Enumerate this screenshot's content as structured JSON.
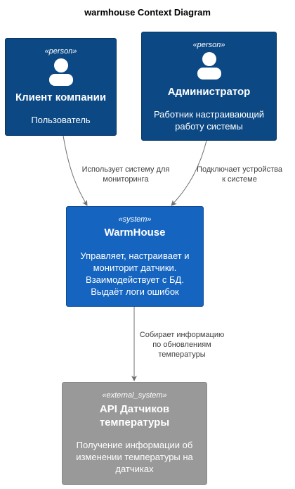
{
  "title": "warmhouse Context Diagram",
  "nodes": {
    "client": {
      "stereotype": "«person»",
      "name": "Клиент компании",
      "description": "Пользователь"
    },
    "admin": {
      "stereotype": "«person»",
      "name": "Администратор",
      "description_lines": [
        "Работник настраивающий",
        "работу системы"
      ]
    },
    "warmhouse": {
      "stereotype": "«system»",
      "name": "WarmHouse",
      "description_lines": [
        "Управляет, настраивает и",
        "мониторит датчики.",
        "Взаимодействует с БД.",
        "Выдаёт логи ошибок"
      ]
    },
    "sensors": {
      "stereotype": "«external_system»",
      "name_lines": [
        "API Датчиков",
        "температуры"
      ],
      "description_lines": [
        "Получение информации об",
        "изменении температуры на",
        "датчиках"
      ]
    }
  },
  "edges": {
    "client_to_system": {
      "label_lines": [
        "Использует систему для",
        "мониторинга"
      ]
    },
    "admin_to_system": {
      "label_lines": [
        "Подключает устройства",
        "к системе"
      ]
    },
    "system_to_sensors": {
      "label_lines": [
        "Собирает информацию",
        "по обновлениям",
        "температуры"
      ]
    }
  },
  "colors": {
    "person_fill": "#0b4884",
    "system_fill": "#1565c0",
    "external_fill": "#999999",
    "edge": "#707070"
  }
}
